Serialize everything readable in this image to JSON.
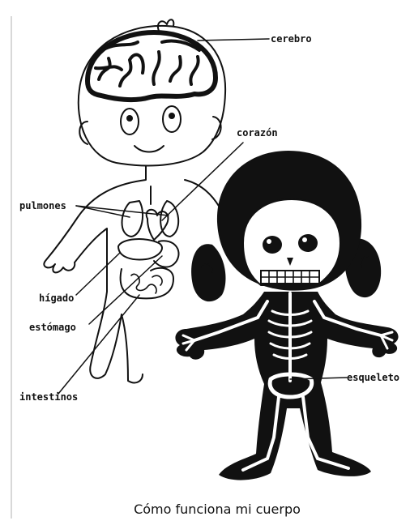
{
  "labels": {
    "brain": "cerebro",
    "heart": "corazón",
    "lungs": "pulmones",
    "liver": "hígado",
    "stomach": "estómago",
    "intestines": "intestinos",
    "skeleton": "esqueleto"
  },
  "caption": "Cómo funciona mi cuerpo",
  "colors": {
    "ink": "#111111",
    "paper": "#ffffff"
  }
}
